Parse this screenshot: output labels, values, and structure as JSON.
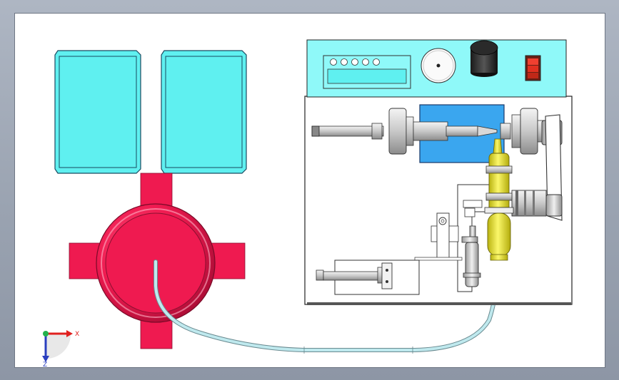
{
  "viewport": {
    "background": "#ffffff",
    "frame_color": "#9aa3b1"
  },
  "triad": {
    "x_label": "X",
    "z_label": "Z",
    "x_color": "#e0201e",
    "y_color": "#22b14c",
    "z_color": "#2a3fbf"
  },
  "colors": {
    "panel_cyan": "#5ff0f0",
    "panel_border": "#1a4a60",
    "vessel_red": "#ef1a50",
    "tank_blue": "#3aa6ef",
    "cylinder_yellow": "#e8e22a",
    "tube_cyan": "#bfe9ee",
    "console_cyan": "#8ff9f9",
    "switch_red": "#e03020"
  },
  "components": [
    {
      "name": "left-control-panel",
      "icon": "panel-icon"
    },
    {
      "name": "right-control-panel",
      "icon": "panel-icon"
    },
    {
      "name": "reaction-vessel",
      "icon": "vessel-icon"
    },
    {
      "name": "supply-tube",
      "icon": "tube-icon"
    },
    {
      "name": "control-console",
      "icon": "console-icon"
    },
    {
      "name": "spindle-assembly",
      "icon": "spindle-icon"
    },
    {
      "name": "drive-belt",
      "icon": "belt-icon"
    },
    {
      "name": "stepper-motor",
      "icon": "motor-icon"
    },
    {
      "name": "yellow-cylinder",
      "icon": "cylinder-icon"
    },
    {
      "name": "push-cylinder",
      "icon": "cylinder-icon"
    }
  ]
}
